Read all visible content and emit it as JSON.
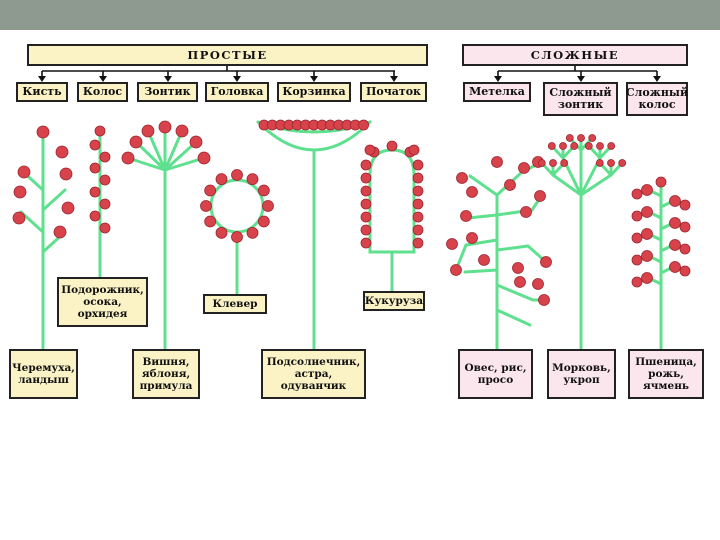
{
  "groups": {
    "simple": {
      "title": "ПРОСТЫЕ"
    },
    "complex": {
      "title": "СЛОЖНЫЕ"
    }
  },
  "categories": {
    "kist": "Кисть",
    "kolos": "Колос",
    "zontik": "Зонтик",
    "golovka": "Головка",
    "korzinka": "Корзинка",
    "pochatok": "Початок",
    "metelka": "Метелка",
    "slozhny_zontik": "Сложный\nзонтик",
    "slozhny_kolos": "Сложный\nколос"
  },
  "examples": {
    "cheremukha": "Черемуха,\nландыш",
    "podorozhnik": "Подорожник,\nосока,\nорхидея",
    "vishnya": "Вишня,\nяблоня,\nпримула",
    "klever": "Клевер",
    "podsolnechnik": "Подсолнечник,\nастра,\nодуванчик",
    "kukuruza": "Кукуруза",
    "oves": "Овес, рис,\nпросо",
    "morkov": "Морковь,\nукроп",
    "pshenitsa": "Пшеница,\nрожь,\nячмень"
  },
  "colors": {
    "stem": "#5fe08f",
    "flower": "#d8434b",
    "flower_edge": "#9c2530",
    "simple_fill": "#fbf3c6",
    "complex_fill": "#fbe6ee",
    "top_bar": "#8e9a90"
  }
}
